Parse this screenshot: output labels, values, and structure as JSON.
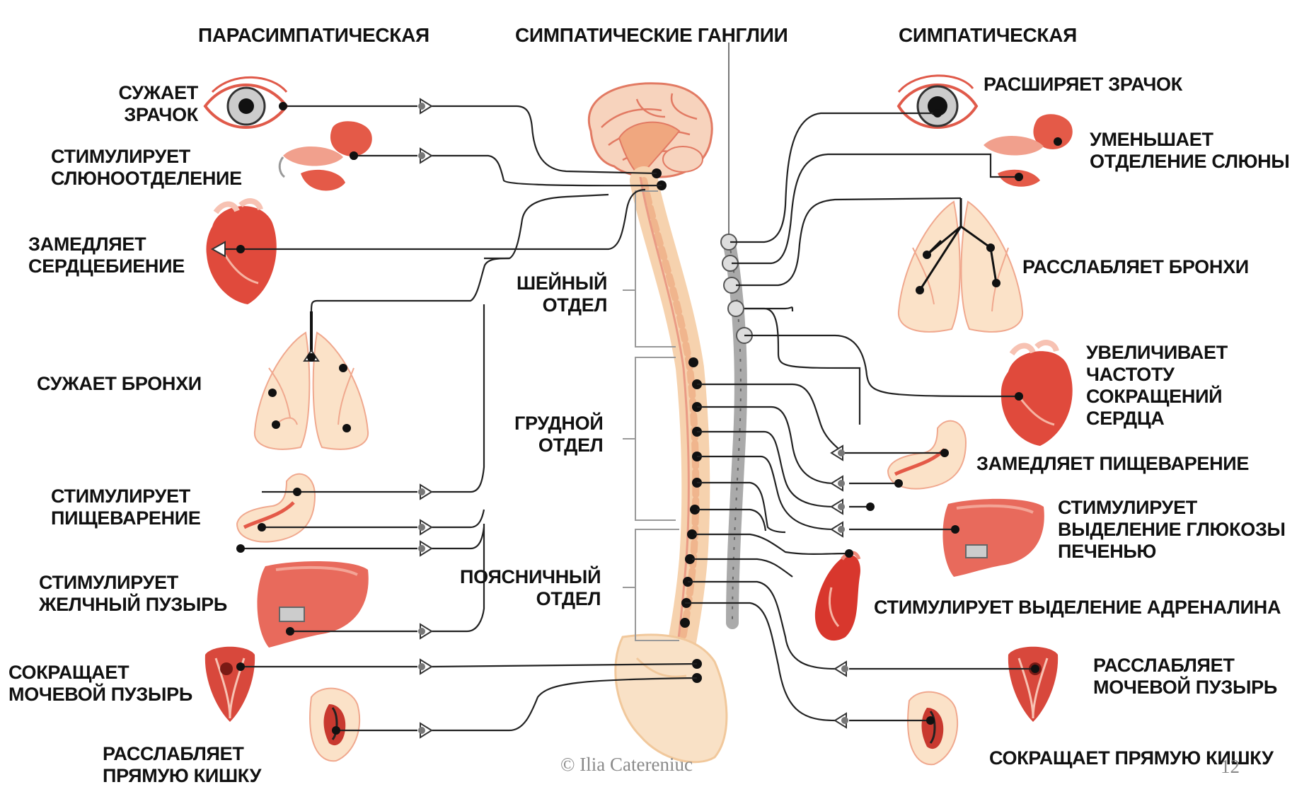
{
  "headers": {
    "parasympathetic": "ПАРАСИМПАТИЧЕСКАЯ",
    "ganglia": "СИМПАТИЧЕСКИЕ ГАНГЛИИ",
    "sympathetic": "СИМПАТИЧЕСКАЯ"
  },
  "spine_sections": {
    "cervical": [
      "ШЕЙНЫЙ",
      "ОТДЕЛ"
    ],
    "thoracic": [
      "ГРУДНОЙ",
      "ОТДЕЛ"
    ],
    "lumbar": [
      "ПОЯСНИЧНЫЙ",
      "ОТДЕЛ"
    ]
  },
  "left_effects": [
    {
      "organ": "eye-icon",
      "lines": [
        "СУЖАЕТ",
        "ЗРАЧОК"
      ]
    },
    {
      "organ": "salivary-gland-icon",
      "lines": [
        "СТИМУЛИРУЕТ",
        "СЛЮНООТДЕЛЕНИЕ"
      ]
    },
    {
      "organ": "heart-icon",
      "lines": [
        "ЗАМЕДЛЯЕТ",
        "СЕРДЦЕБИЕНИЕ"
      ]
    },
    {
      "organ": "lungs-icon",
      "lines": [
        "СУЖАЕТ БРОНХИ"
      ]
    },
    {
      "organ": "stomach-icon",
      "lines": [
        "СТИМУЛИРУЕТ",
        "ПИЩЕВАРЕНИЕ"
      ]
    },
    {
      "organ": "liver-icon",
      "lines": [
        "СТИМУЛИРУЕТ",
        "ЖЕЛЧНЫЙ ПУЗЫРЬ"
      ]
    },
    {
      "organ": "bladder-icon",
      "lines": [
        "СОКРАЩАЕТ",
        "МОЧЕВОЙ ПУЗЫРЬ"
      ]
    },
    {
      "organ": "rectum-icon",
      "lines": [
        "РАССЛАБЛЯЕТ",
        "ПРЯМУЮ КИШКУ"
      ]
    }
  ],
  "right_effects": [
    {
      "organ": "eye-icon",
      "lines": [
        "РАСШИРЯЕТ ЗРАЧОК"
      ]
    },
    {
      "organ": "salivary-gland-icon",
      "lines": [
        "УМЕНЬШАЕТ",
        "ОТДЕЛЕНИЕ СЛЮНЫ"
      ]
    },
    {
      "organ": "lungs-icon",
      "lines": [
        "РАССЛАБЛЯЕТ БРОНХИ"
      ]
    },
    {
      "organ": "heart-icon",
      "lines": [
        "УВЕЛИЧИВАЕТ",
        "ЧАСТОТУ",
        "СОКРАЩЕНИЙ",
        "СЕРДЦА"
      ]
    },
    {
      "organ": "stomach-icon",
      "lines": [
        "ЗАМЕДЛЯЕТ ПИЩЕВАРЕНИЕ"
      ]
    },
    {
      "organ": "liver-icon",
      "lines": [
        "СТИМУЛИРУЕТ",
        "ВЫДЕЛЕНИЕ ГЛЮКОЗЫ",
        "ПЕЧЕНЬЮ"
      ]
    },
    {
      "organ": "adrenal-kidney-icon",
      "lines": [
        "СТИМУЛИРУЕТ ВЫДЕЛЕНИЕ АДРЕНАЛИНА"
      ]
    },
    {
      "organ": "bladder-icon",
      "lines": [
        "РАССЛАБЛЯЕТ",
        "МОЧЕВОЙ ПУЗЫРЬ"
      ]
    },
    {
      "organ": "rectum-icon",
      "lines": [
        "СОКРАЩАЕТ ПРЯМУЮ КИШКУ"
      ]
    }
  ],
  "footer": {
    "copyright": "© Ilia Catereniuc",
    "page_number": "12"
  },
  "colors": {
    "organ_red": "#d8483c",
    "organ_light": "#f6dcc6",
    "vessel": "#e07560",
    "nerve": "#222222",
    "spine": "#f4c9a2",
    "ganglia": "#a9a9a9"
  }
}
